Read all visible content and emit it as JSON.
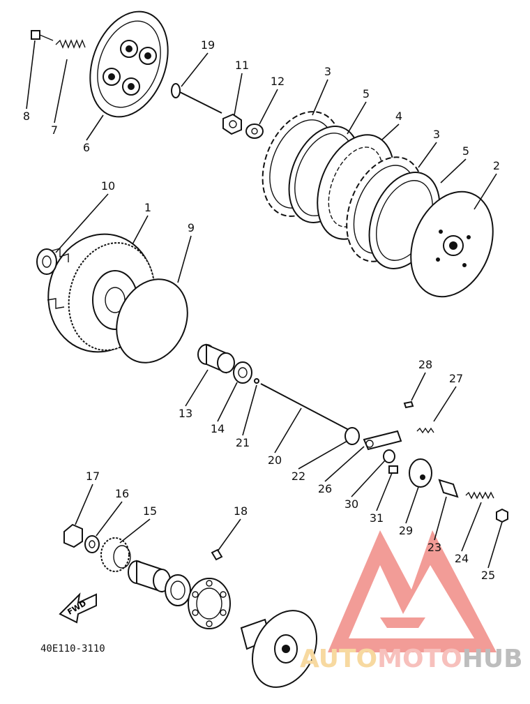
{
  "diagram": {
    "drawing_code": "40E110-3110",
    "direction_arrow": {
      "label": "FWD"
    },
    "callouts": [
      {
        "num": "1"
      },
      {
        "num": "2"
      },
      {
        "num": "3"
      },
      {
        "num": "3"
      },
      {
        "num": "4"
      },
      {
        "num": "5"
      },
      {
        "num": "5"
      },
      {
        "num": "6"
      },
      {
        "num": "7"
      },
      {
        "num": "8"
      },
      {
        "num": "9"
      },
      {
        "num": "10"
      },
      {
        "num": "11"
      },
      {
        "num": "12"
      },
      {
        "num": "13"
      },
      {
        "num": "14"
      },
      {
        "num": "15"
      },
      {
        "num": "16"
      },
      {
        "num": "17"
      },
      {
        "num": "18"
      },
      {
        "num": "19"
      },
      {
        "num": "20"
      },
      {
        "num": "21"
      },
      {
        "num": "22"
      },
      {
        "num": "23"
      },
      {
        "num": "24"
      },
      {
        "num": "25"
      },
      {
        "num": "26"
      },
      {
        "num": "27"
      },
      {
        "num": "28"
      },
      {
        "num": "29"
      },
      {
        "num": "30"
      },
      {
        "num": "31"
      }
    ]
  },
  "watermark": {
    "text_part1": "AUTO",
    "text_part2": "MOTO",
    "text_part3": "HUB",
    "colors": {
      "logo": "#f08b86",
      "text1": "#f7d9a0",
      "text2": "#f7c0bc",
      "text3": "#bdbdbd"
    }
  }
}
